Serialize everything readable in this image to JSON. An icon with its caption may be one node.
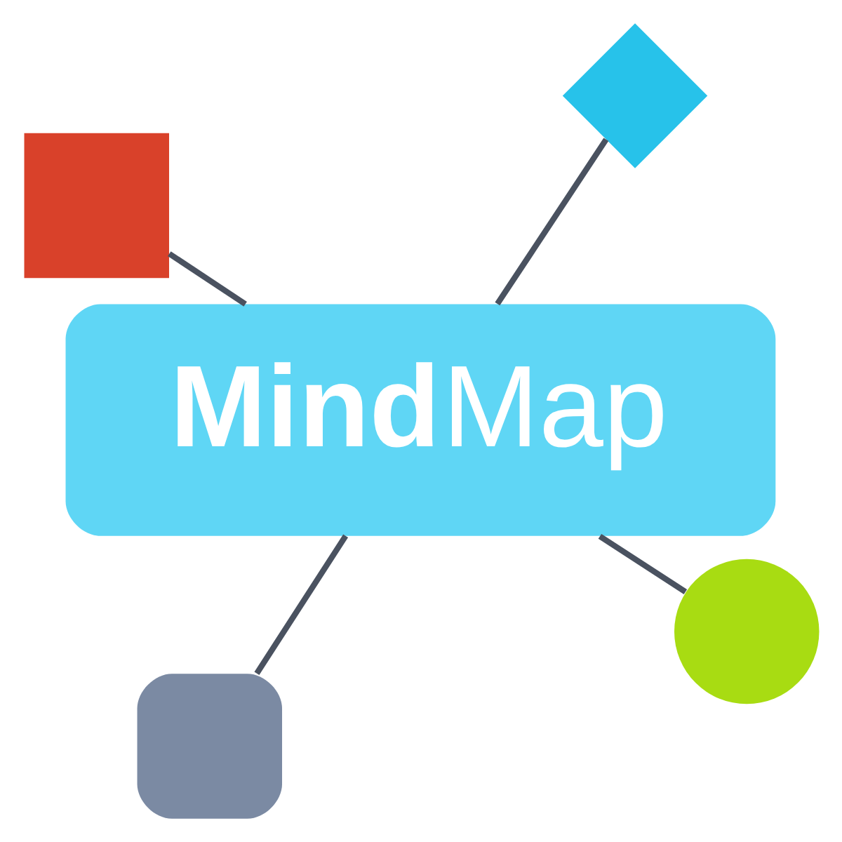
{
  "diagram": {
    "nodes": [
      {
        "text": [
          "**Mind**Map"
        ]
      },
      {
        "text": [],
        "shape": "circle"
      },
      {
        "text": [],
        "shape": "box"
      },
      {
        "text": [],
        "shape": "box"
      },
      {
        "text": [],
        "shape": "diamond"
      }
    ],
    "edges": [
      {
        "from": 0,
        "to": 1,
        "arrow": "none"
      },
      {
        "from": 0,
        "to": 2,
        "arrow": "none"
      },
      {
        "from": 0,
        "to": 3,
        "arrow": "none"
      },
      {
        "from": 0,
        "to": 4,
        "arrow": "none"
      }
    ]
  }
}
